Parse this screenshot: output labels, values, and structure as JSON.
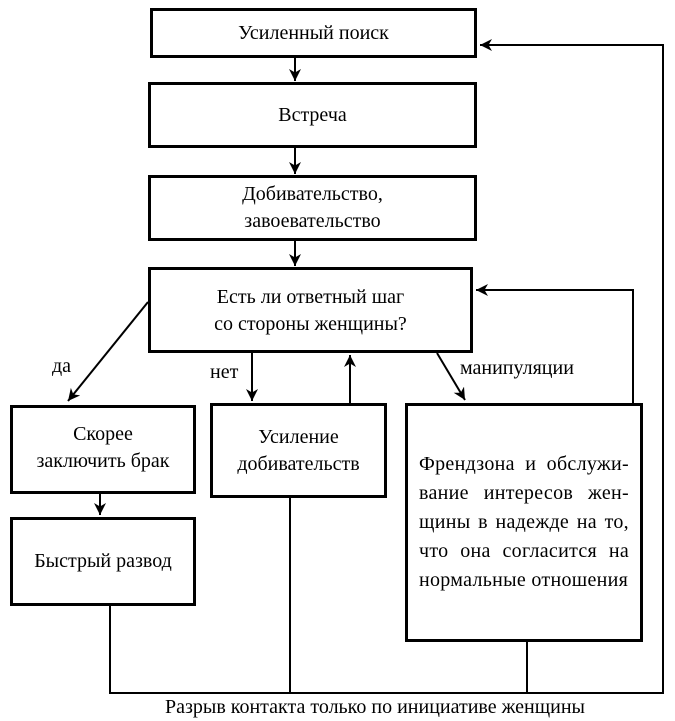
{
  "diagram": {
    "colors": {
      "line": "#000000",
      "background": "#ffffff"
    },
    "boxes": {
      "search": {
        "lines": [
          "Усиленный поиск"
        ]
      },
      "meeting": {
        "lines": [
          "Встреча"
        ]
      },
      "pursuit": {
        "lines": [
          "Добивательство,",
          "завоевательство"
        ]
      },
      "decision": {
        "lines": [
          "Есть ли ответный шаг",
          "со стороны женщины?"
        ]
      },
      "marriage": {
        "lines": [
          "Скорее",
          "заключить брак"
        ]
      },
      "divorce": {
        "lines": [
          "Быстрый развод"
        ]
      },
      "intensify": {
        "lines": [
          "Усиление",
          "добивательств"
        ]
      },
      "friendzone": {
        "lines": [
          "Френдзона и обслужи-",
          "вание интересов жен-",
          "щины в надежде на то,",
          "что она согласится на",
          "нормальные отношения"
        ]
      }
    },
    "edge_labels": {
      "yes": "да",
      "no": "нет",
      "manipulation": "манипуляции"
    },
    "caption": "Разрыв контакта только по инициативе женщины"
  }
}
